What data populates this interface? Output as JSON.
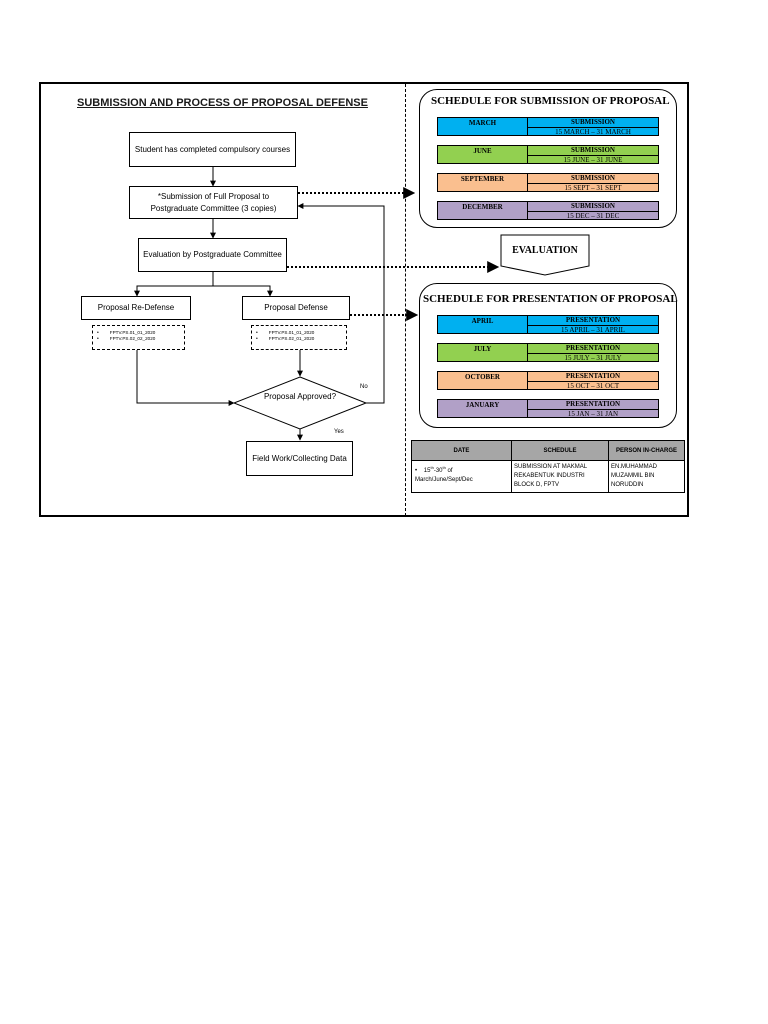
{
  "title": "SUBMISSION AND PROCESS OF PROPOSAL DEFENSE",
  "flow": {
    "completed": "Student has completed compulsory courses",
    "submission": "*Submission of Full Proposal to Postgraduate Committee (3 copies)",
    "evaluation": "Evaluation by Postgraduate Committee",
    "redefense": "Proposal Re-Defense",
    "defense": "Proposal Defense",
    "redefense_forms": [
      "FPTV.PS.01_01_2020",
      "FPTV.PS.02_02_2020"
    ],
    "defense_forms": [
      "FPTV.PS.01_01_2020",
      "FPTV.PS.02_01_2020"
    ],
    "decision": "Proposal Approved?",
    "no_label": "No",
    "yes_label": "Yes",
    "fieldwork": "Field Work/Collecting Data"
  },
  "submission_schedule": {
    "title": "SCHEDULE FOR SUBMISSION OF PROPOSAL",
    "rows": [
      {
        "month": "MARCH",
        "label": "SUBMISSION",
        "range": "15 MARCH – 31 MARCH",
        "color": "#00b0f0"
      },
      {
        "month": "JUNE",
        "label": "SUBMISSION",
        "range": "15 JUNE – 31 JUNE",
        "color": "#92d050"
      },
      {
        "month": "SEPTEMBER",
        "label": "SUBMISSION",
        "range": "15 SEPT – 31 SEPT",
        "color": "#fabf8f"
      },
      {
        "month": "DECEMBER",
        "label": "SUBMISSION",
        "range": "15 DEC – 31 DEC",
        "color": "#b1a0c7"
      }
    ]
  },
  "evaluation_label": "EVALUATION",
  "presentation_schedule": {
    "title": "SCHEDULE FOR PRESENTATION OF PROPOSAL",
    "rows": [
      {
        "month": "APRIL",
        "label": "PRESENTATION",
        "range": "15 APRIL – 31 APRIL",
        "color": "#00b0f0"
      },
      {
        "month": "JULY",
        "label": "PRESENTATION",
        "range": "15 JULY – 31 JULY",
        "color": "#92d050"
      },
      {
        "month": "OCTOBER",
        "label": "PRESENTATION",
        "range": "15 OCT – 31 OCT",
        "color": "#fabf8f"
      },
      {
        "month": "JANUARY",
        "label": "PRESENTATION",
        "range": "15 JAN – 31 JAN",
        "color": "#b1a0c7"
      }
    ]
  },
  "table": {
    "headers": [
      "DATE",
      "SCHEDULE",
      "PERSON IN-CHARGE"
    ],
    "date_day_from": "15",
    "date_day_from_sup": "th",
    "date_day_to": "30",
    "date_day_to_sup": "th",
    "date_rest": "of March/June/Sept/Dec",
    "schedule": "SUBMISSION AT MAKMAL REKABENTUK INDUSTRI BLOCK D, FPTV",
    "person": "EN.MUHAMMAD MUZAMMIL BIN NORUDDIN"
  }
}
